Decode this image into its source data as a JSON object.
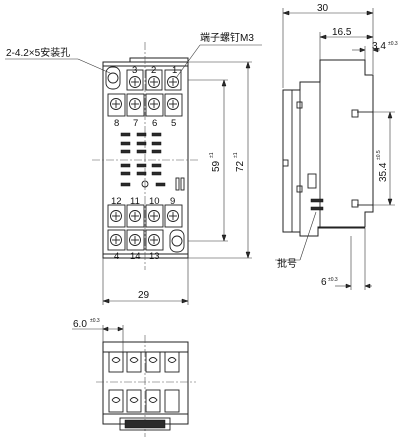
{
  "annotations": {
    "mount_holes": "2-4.2×5安装孔",
    "terminal_screw": "端子螺钉M3",
    "lot_number": "批号"
  },
  "terminals": {
    "top_numbers": [
      "3",
      "2",
      "1"
    ],
    "top_inner": [
      "8",
      "7",
      "6",
      "5"
    ],
    "bottom_numbers": [
      "12",
      "11",
      "10",
      "9"
    ],
    "bottom_inner": [
      "4",
      "14",
      "13"
    ]
  },
  "dimensions": {
    "width_29": "29",
    "height_59": "59",
    "height_59_tol": "±1",
    "height_72": "72",
    "height_72_tol": "±1",
    "side_30": "30",
    "side_16_5": "16.5",
    "side_3_4": "3.4",
    "side_3_4_tol": "±0.3",
    "side_35_4": "35.4",
    "side_35_4_tol": "±0.5",
    "side_6": "6",
    "side_6_tol": "±0.3",
    "bottom_6_0": "6.0",
    "bottom_6_0_tol": "±0.3"
  }
}
